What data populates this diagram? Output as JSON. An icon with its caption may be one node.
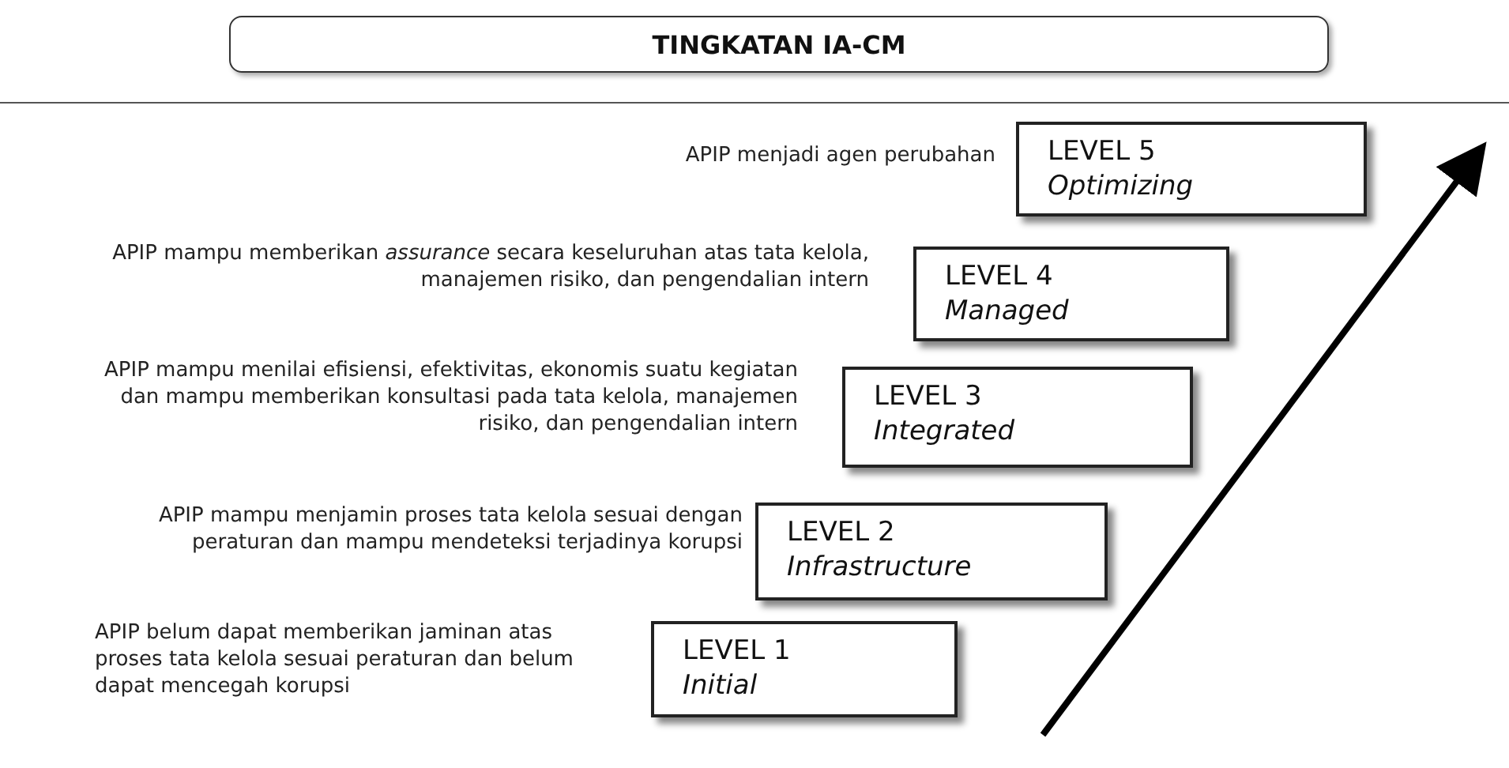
{
  "diagram": {
    "title": "TINGKATAN IA-CM",
    "nodes": [
      {
        "text": [
          "LEVEL 5",
          "Optimizing"
        ],
        "beside": [
          "APIP menjadi agen perubahan"
        ]
      },
      {
        "text": [
          "LEVEL 4",
          "Managed"
        ],
        "beside": [
          "APIP mampu memberikan *assurance* secara keseluruhan atas tata kelola, manajemen risiko, dan pengendalian intern"
        ]
      },
      {
        "text": [
          "LEVEL 3",
          "Integrated"
        ],
        "beside": [
          "APIP mampu menilai efisiensi, efektivitas, ekonomis suatu kegiatan dan mampu memberikan konsultasi pada tata kelola, manajemen risiko, dan pengendalian intern"
        ]
      },
      {
        "text": [
          "LEVEL 2",
          "Infrastructure"
        ],
        "beside": [
          "APIP mampu menjamin proses tata kelola sesuai dengan peraturan dan mampu mendeteksi terjadinya korupsi"
        ]
      },
      {
        "text": [
          "LEVEL 1",
          "Initial"
        ],
        "beside": [
          "APIP belum dapat memberikan jaminan atas proses tata kelola sesuai peraturan dan belum dapat mencegah korupsi"
        ]
      }
    ]
  }
}
